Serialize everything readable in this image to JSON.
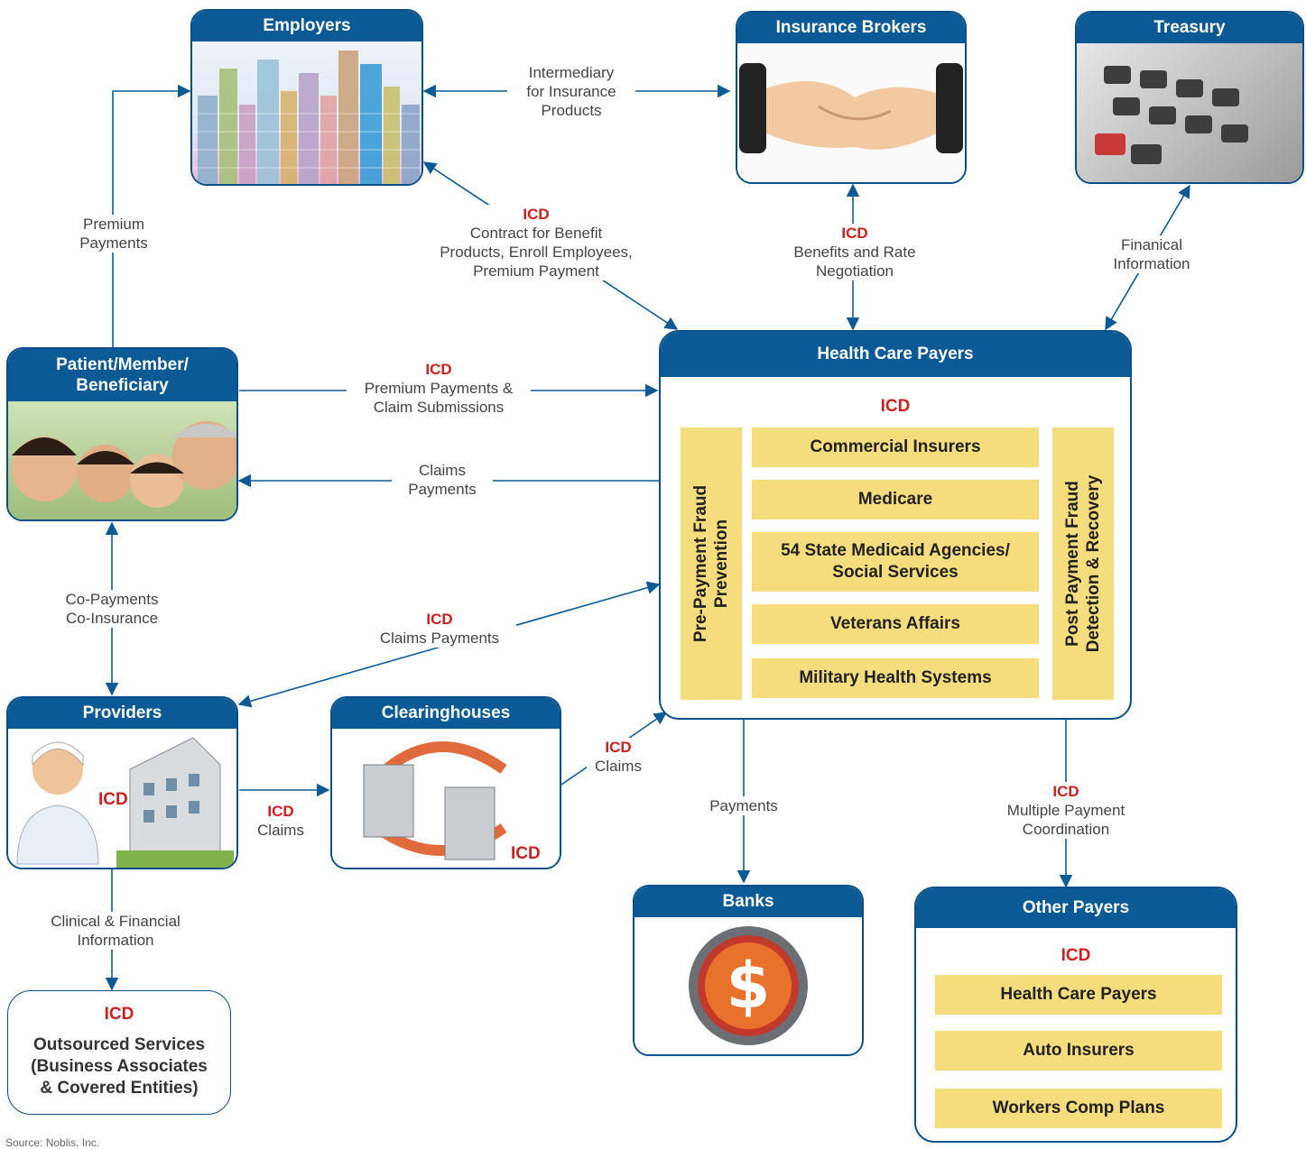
{
  "icd": "ICD",
  "nodes": {
    "employers": {
      "title": "Employers"
    },
    "brokers": {
      "title": "Insurance Brokers"
    },
    "treasury": {
      "title": "Treasury"
    },
    "patient": {
      "title_line1": "Patient/Member/",
      "title_line2": "Beneficiary"
    },
    "payers": {
      "title": "Health Care Payers",
      "items": [
        "Commercial Insurers",
        "Medicare",
        "54 State Medicaid Agencies/",
        "Social Services",
        "Veterans Affairs",
        "Military Health Systems"
      ],
      "left_bar": [
        "Pre-Payment Fraud",
        "Prevention"
      ],
      "right_bar": [
        "Post Payment Fraud",
        "Detection & Recovery"
      ]
    },
    "providers": {
      "title": "Providers"
    },
    "clearinghouses": {
      "title": "Clearinghouses"
    },
    "banks": {
      "title": "Banks"
    },
    "other": {
      "title": "Other Payers",
      "items": [
        "Health Care Payers",
        "Auto Insurers",
        "Workers Comp Plans"
      ]
    },
    "outsourced": {
      "line1": "Outsourced Services",
      "line2": "(Business Associates",
      "line3": "& Covered Entities)"
    }
  },
  "edges": {
    "intermediary": [
      "Intermediary",
      "for Insurance",
      "Products"
    ],
    "premium_payments": [
      "Premium",
      "Payments"
    ],
    "contract": [
      "Contract for Benefit",
      "Products, Enroll Employees,",
      "Premium Payment"
    ],
    "benefits": [
      "Benefits and Rate",
      "Negotiation"
    ],
    "financial": [
      "Finanical",
      "Information"
    ],
    "premium_claims": [
      "Premium Payments &",
      "Claim Submissions"
    ],
    "claims_payments_1": [
      "Claims",
      "Payments"
    ],
    "copayments": [
      "Co-Payments",
      "Co-Insurance"
    ],
    "claims_payments_2": "Claims Payments",
    "claims_1": "Claims",
    "claims_2": "Claims",
    "payments": "Payments",
    "multiple": [
      "Multiple Payment",
      "Coordination"
    ],
    "clinical": [
      "Clinical & Financial",
      "Information"
    ]
  },
  "source": "Source: Noblis, Inc."
}
